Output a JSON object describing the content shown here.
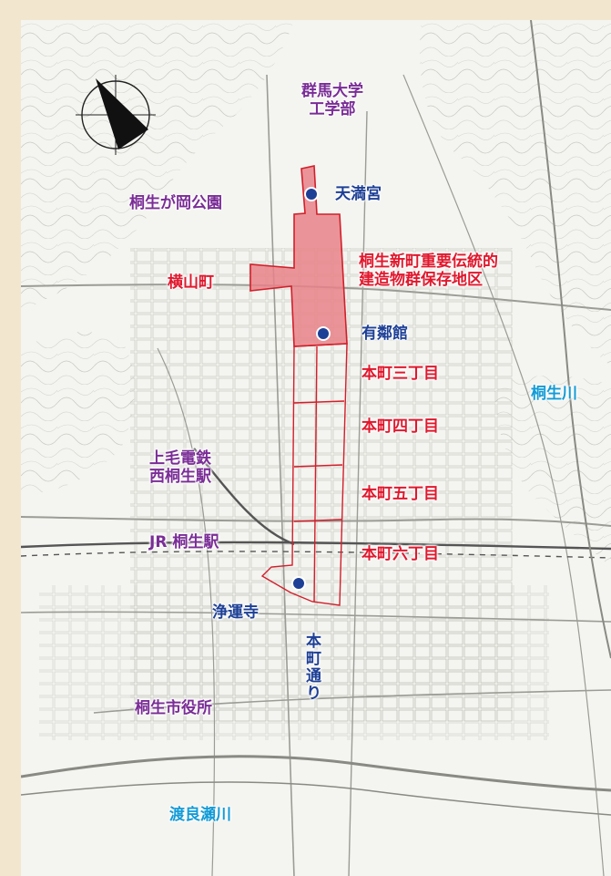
{
  "colors": {
    "place_label": "#7a2d96",
    "street_label": "#e0182d",
    "landmark_label": "#1d3f95",
    "river_label": "#139bd6",
    "district_fill": "#e8838a",
    "district_outline": "#d21f2a",
    "dot": "#1d3f95"
  },
  "compass": {
    "icon": "north-arrow-icon"
  },
  "labels": {
    "gunma_univ": [
      "群馬大学",
      "工学部"
    ],
    "tenmangu": "天満宮",
    "kiryugaoka_park": "桐生が岡公園",
    "yokoyama_cho": "横山町",
    "district": [
      "桐生新町重要伝統的",
      "建造物群保存地区"
    ],
    "yurinkan": "有鄰館",
    "honcho3": "本町三丁目",
    "honcho4": "本町四丁目",
    "honcho5": "本町五丁目",
    "honcho6": "本町六丁目",
    "kiryugawa": "桐生川",
    "joshin": [
      "上毛電鉄",
      "西桐生駅"
    ],
    "jr_kiryu": "JR 桐生駅",
    "joun_ji": "浄運寺",
    "honcho_dori": "本町通り",
    "city_hall": "桐生市役所",
    "watarase": "渡良瀬川"
  }
}
